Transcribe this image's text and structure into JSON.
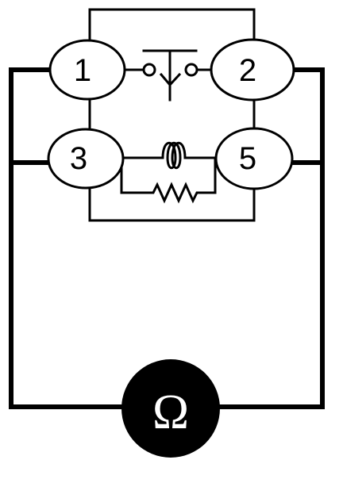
{
  "terminals": [
    {
      "id": "1",
      "label": "1"
    },
    {
      "id": "2",
      "label": "2"
    },
    {
      "id": "3",
      "label": "3"
    },
    {
      "id": "5",
      "label": "5"
    }
  ],
  "meter": {
    "symbol": "Ω"
  },
  "colors": {
    "line": "#000000",
    "background": "#ffffff",
    "meter_fill": "#000000",
    "meter_text": "#ffffff"
  },
  "components": {
    "switch": "pushbutton-switch-icon",
    "coil": "coil-icon",
    "resistor": "resistor-icon"
  }
}
